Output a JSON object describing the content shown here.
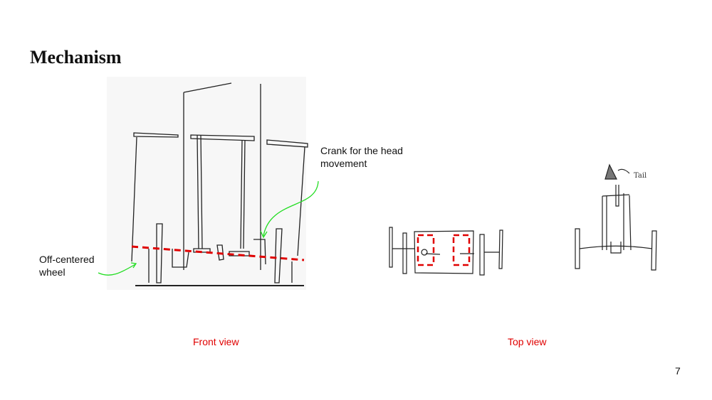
{
  "slide": {
    "title": "Mechanism",
    "annotations": {
      "crank": "Crank for the head movement",
      "wheel": "Off-centered wheel"
    },
    "captions": {
      "front_view": "Front view",
      "top_view": "Top view"
    },
    "page_number": "7",
    "sketch_text": "Tail"
  },
  "colors": {
    "accent_red": "#e00000",
    "arrow_green": "#22dd22"
  }
}
